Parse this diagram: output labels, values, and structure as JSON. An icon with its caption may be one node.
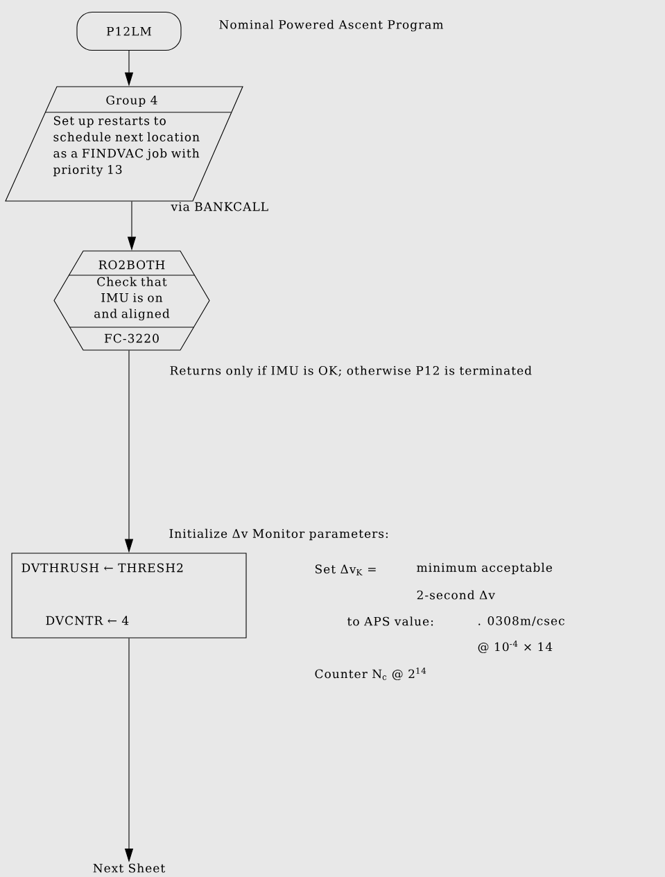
{
  "diagram": {
    "nodes": [
      {
        "text": [
          "P12LM"
        ],
        "beside": [
          "Nominal Powered Ascent Program"
        ]
      },
      {
        "text": [
          "Group 4",
          "Set up restarts to schedule next location as a FINDVAC job with priority 13"
        ]
      },
      {
        "text": [
          "RO2BOTH",
          "Check that IMU is on and aligned",
          "FC-3220"
        ]
      },
      {
        "text": [
          "DVTHRUSH ← THRESH2",
          "DVCNTR ← 4"
        ]
      },
      {
        "text": [
          "Next Sheet"
        ]
      }
    ],
    "edges": [
      {
        "from": 0,
        "to": 1,
        "arrow": "to"
      },
      {
        "from": 1,
        "to": 2,
        "arrow": "to",
        "label": "via BANKCALL"
      },
      {
        "from": 2,
        "to": 3,
        "arrow": "to",
        "label": "Returns only if IMU is OK; otherwise P12 is terminated"
      },
      {
        "from": 3,
        "to": 4,
        "arrow": "to"
      }
    ],
    "labels": [
      "Initialize Δv Monitor parameters:",
      "Set Δv$_{K}$ =",
      "minimum acceptable",
      "2-second Δv",
      "to APS value:",
      ". 0308m/csec",
      "@ 10$^{-4}$ × 14",
      "Counter N$_{c}$ @ 2$^{14}$"
    ]
  }
}
